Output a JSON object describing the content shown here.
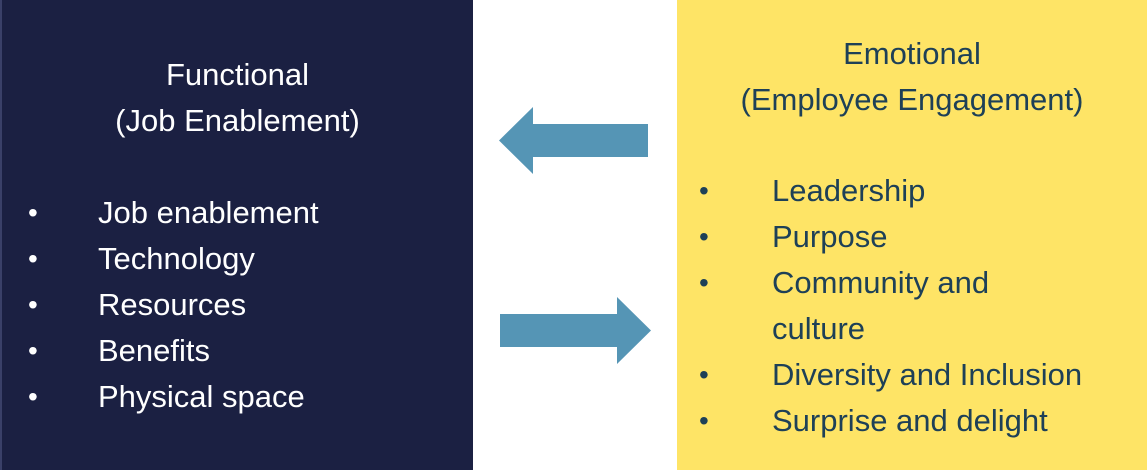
{
  "left_box": {
    "title_line1": "Functional",
    "title_line2": "(Job Enablement)",
    "bg_color": "#1b2042",
    "text_color": "#ffffff",
    "items": [
      "Job enablement",
      "Technology",
      "Resources",
      "Benefits",
      "Physical space"
    ]
  },
  "right_box": {
    "title_line1": "Emotional",
    "title_line2": "(Employee Engagement)",
    "bg_color": "#fee466",
    "text_color": "#1e4057",
    "items": [
      "Leadership",
      "Purpose",
      "Community and culture",
      "Diversity and Inclusion",
      "Surprise and delight"
    ]
  },
  "arrows": {
    "color": "#5595b5",
    "top": {
      "direction": "left"
    },
    "bottom": {
      "direction": "right"
    }
  },
  "bullet_char": "•"
}
